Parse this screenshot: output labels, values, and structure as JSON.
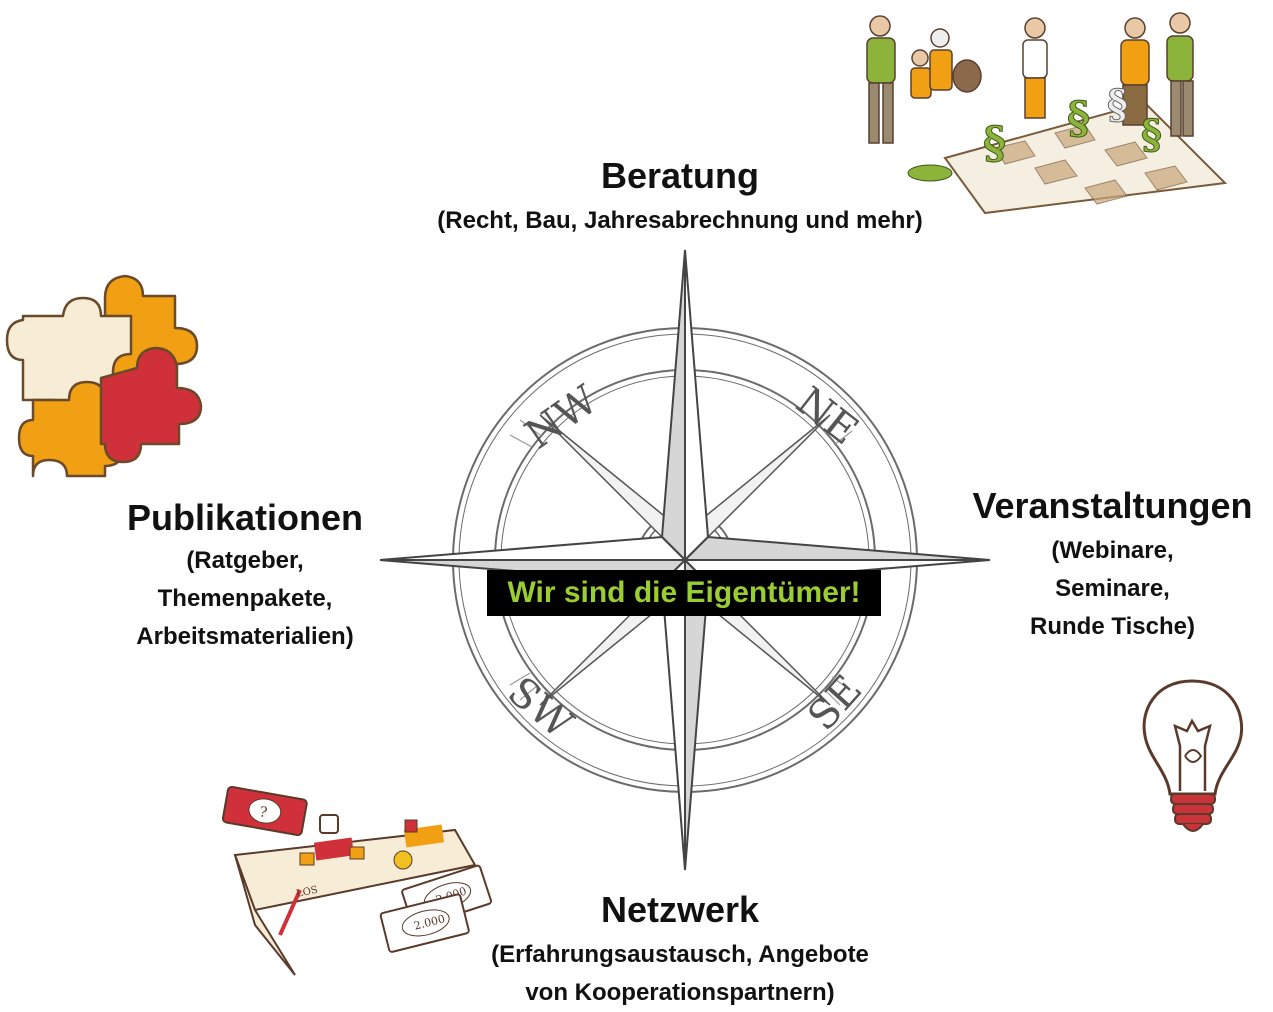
{
  "center": {
    "label": "Wir sind die Eigentümer!"
  },
  "compass": {
    "nw": "NW",
    "ne": "NE",
    "sw": "SW",
    "se": "SE"
  },
  "beratung": {
    "title": "Beratung",
    "subtitle": "(Recht, Bau, Jahresabrechnung und mehr)"
  },
  "publikationen": {
    "title": "Publikationen",
    "lines": [
      "(Ratgeber,",
      "Themenpakete,",
      "Arbeitsmaterialien)"
    ]
  },
  "veranstaltungen": {
    "title": "Veranstaltungen",
    "lines": [
      "(Webinare,",
      "Seminare,",
      "Runde Tische)"
    ]
  },
  "netzwerk": {
    "title": "Netzwerk",
    "lines": [
      "(Erfahrungsaustausch, Angebote",
      "von Kooperationspartnern)"
    ]
  },
  "board": {
    "start": "LOS",
    "money": [
      "2.000",
      "2.000"
    ]
  },
  "colors": {
    "accent_green": "#9acd32",
    "puzzle_orange": "#f0a012",
    "puzzle_red": "#d0303a",
    "puzzle_cream": "#f7ecd6",
    "bulb_red": "#c8343a",
    "figure_green": "#8cb33a"
  }
}
